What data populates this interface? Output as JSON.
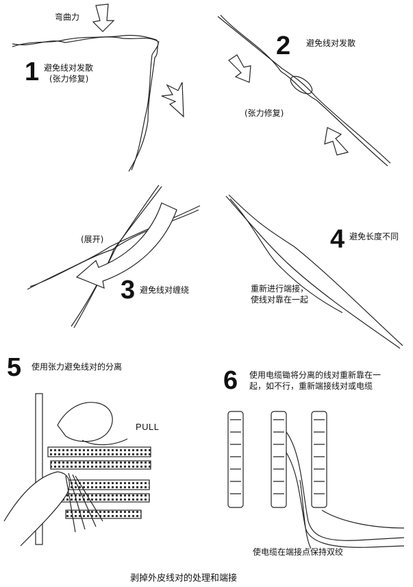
{
  "panels": [
    {
      "number": "1",
      "labels": [
        "弯曲力",
        "避免线对发散",
        "(张力修复)"
      ]
    },
    {
      "number": "2",
      "labels": [
        "避免线对发散",
        "(张力修复)"
      ]
    },
    {
      "number": "3",
      "labels": [
        "(展开)",
        "避免线对缠绕"
      ]
    },
    {
      "number": "4",
      "labels": [
        "避免长度不同",
        "重新进行端接，",
        "使线对靠在一起"
      ]
    },
    {
      "number": "5",
      "labels": [
        "使用张力避免线对的分离",
        "PULL"
      ]
    },
    {
      "number": "6",
      "labels": [
        "使用电缆锄将分离的线对重新靠在一",
        "起，如不行，重新端接线对或电缆",
        "使电缆在端接点保持双绞"
      ]
    }
  ],
  "caption": "剥掉外皮线对的处理和端接"
}
